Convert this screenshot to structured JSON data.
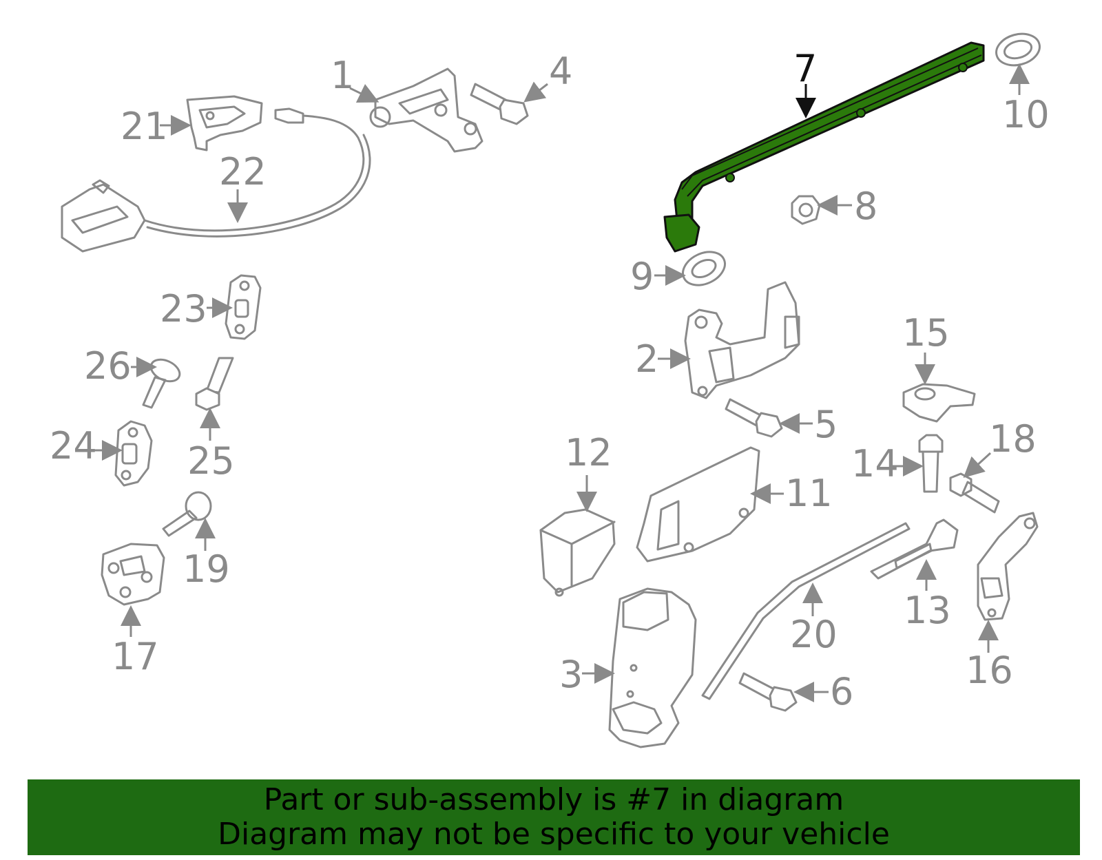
{
  "banner": {
    "line1": "Part or sub-assembly is #7 in diagram",
    "line2": "Diagram may not be specific to your vehicle",
    "color": "#1e6b12"
  },
  "highlight_color": "#2b7a0b",
  "callouts": {
    "c1": "1",
    "c2": "2",
    "c3": "3",
    "c4": "4",
    "c5": "5",
    "c6": "6",
    "c7": "7",
    "c8": "8",
    "c9": "9",
    "c10": "10",
    "c11": "11",
    "c12": "12",
    "c13": "13",
    "c14": "14",
    "c15": "15",
    "c16": "16",
    "c17": "17",
    "c18": "18",
    "c19": "19",
    "c20": "20",
    "c21": "21",
    "c22": "22",
    "c23": "23",
    "c24": "24",
    "c25": "25",
    "c26": "26"
  }
}
